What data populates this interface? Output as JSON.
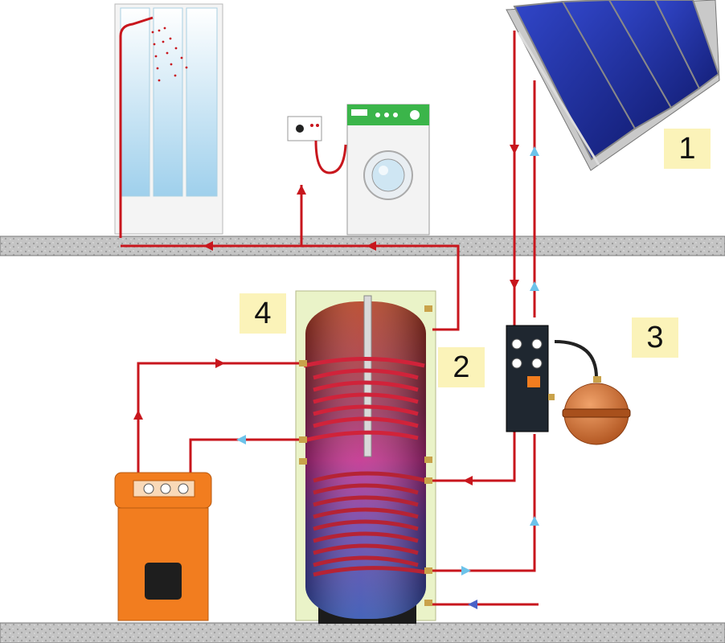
{
  "labels": {
    "collector": "1",
    "tank": "2",
    "pump_station": "3",
    "tank_body": "4"
  },
  "colors": {
    "hot_pipe": "#c8161d",
    "cold_arrow": "#6cc3ea",
    "floor": "#bcbcbc",
    "label_bg": "#fbf3b9",
    "boiler": "#f27d1f",
    "expansion_vessel": "#c9662a",
    "panel": "#1b2b8f"
  },
  "icons": [
    "solar-collector-icon",
    "shower-cabin-icon",
    "washing-machine-icon",
    "wall-socket-icon",
    "storage-tank-icon",
    "boiler-icon",
    "pump-station-icon",
    "expansion-vessel-icon"
  ]
}
